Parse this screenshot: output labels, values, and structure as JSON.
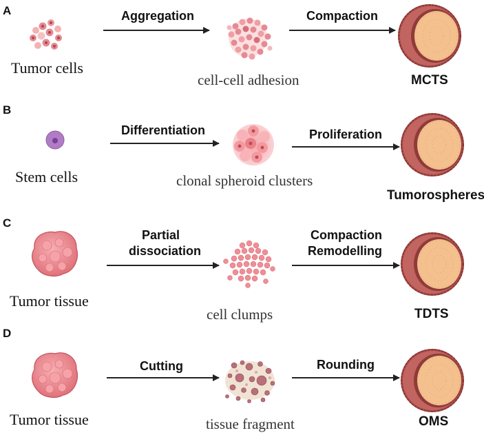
{
  "panels": [
    {
      "letter": "A",
      "left_label": "Tumor  cells",
      "arrow1_label": "Aggregation",
      "middle_label": "cell-cell adhesion",
      "arrow2_label": "Compaction",
      "right_label": "MCTS"
    },
    {
      "letter": "B",
      "left_label": "Stem  cells",
      "arrow1_label": "Differentiation",
      "middle_label": "clonal spheroid clusters",
      "arrow2_label": "Proliferation",
      "right_label": "Tumorospheres"
    },
    {
      "letter": "C",
      "left_label": "Tumor tissue",
      "arrow1_label_line1": "Partial",
      "arrow1_label_line2": "dissociation",
      "middle_label": "cell clumps",
      "arrow2_label_line1": "Compaction",
      "arrow2_label_line2": "Remodelling",
      "right_label": "TDTS"
    },
    {
      "letter": "D",
      "left_label": "Tumor tissue",
      "arrow1_label": "Cutting",
      "middle_label": "tissue fragment",
      "arrow2_label": "Rounding",
      "right_label": "OMS"
    }
  ],
  "colors": {
    "cell_pink": "#e58a92",
    "cell_dark": "#c35a63",
    "stem_purple": "#b07cc6",
    "tissue_pink": "#f08f96",
    "spheroid_outer": "#b85a57",
    "spheroid_inner": "#f3c08e",
    "arrow": "#222222"
  }
}
